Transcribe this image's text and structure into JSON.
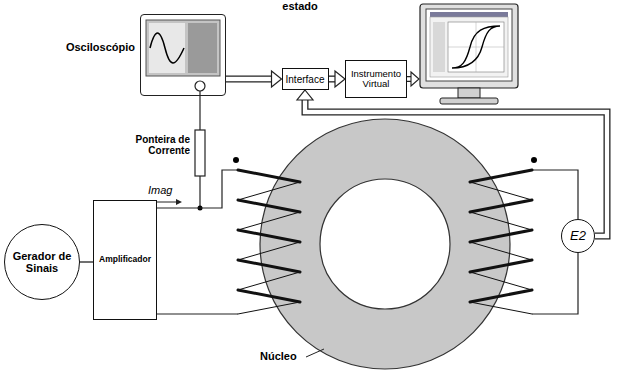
{
  "diagram": {
    "nodes": [
      {
        "text": [
          "Osciloscópio"
        ]
      },
      {
        "text": [
          "Interface"
        ]
      },
      {
        "text": [
          "Instrumento Virtual"
        ]
      },
      {
        "text": [
          "Gerador de Sinais"
        ]
      },
      {
        "text": [
          "Amplificador"
        ]
      },
      {
        "text": [
          "E2"
        ]
      }
    ],
    "edges": [
      {
        "from": 0,
        "to": 1,
        "arrow": "to"
      },
      {
        "from": 1,
        "to": 2,
        "arrow": "to"
      },
      {
        "from": 5,
        "to": 1,
        "arrow": "to"
      },
      {
        "from": 3,
        "to": 4,
        "arrow": "none"
      }
    ],
    "labels": [
      "estado",
      "Ponteira de Corrente",
      "Imag",
      "Núcleo"
    ]
  }
}
